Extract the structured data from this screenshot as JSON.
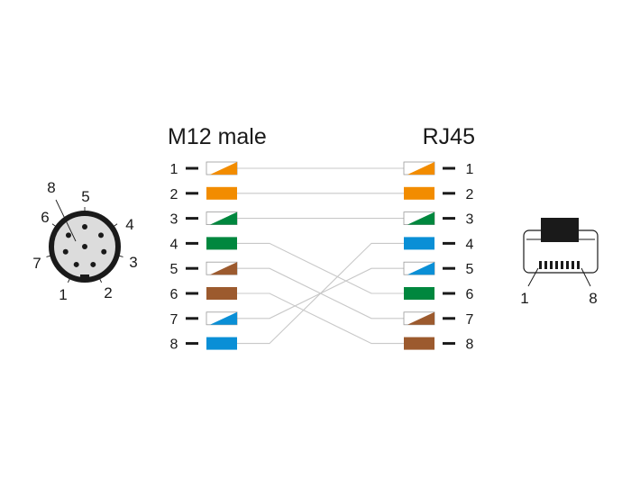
{
  "left_header": "M12 male",
  "right_header": "RJ45",
  "colors": {
    "orange": "#f28c00",
    "green": "#00873e",
    "blue": "#0a8fd6",
    "brown": "#9c5a2e",
    "white": "#ffffff",
    "wire": "#c8c8c8",
    "ink": "#1a1a1a"
  },
  "pins": [
    {
      "number": "1",
      "color": "orange",
      "striped": true
    },
    {
      "number": "2",
      "color": "orange",
      "striped": false
    },
    {
      "number": "3",
      "color": "green",
      "striped": true
    },
    {
      "number": "4",
      "color": "green",
      "striped": false
    },
    {
      "number": "5",
      "color": "brown",
      "striped": true
    },
    {
      "number": "6",
      "color": "brown",
      "striped": false
    },
    {
      "number": "7",
      "color": "blue",
      "striped": true
    },
    {
      "number": "8",
      "color": "blue",
      "striped": false
    }
  ],
  "rj45_pins": [
    {
      "number": "1",
      "color": "orange",
      "striped": true
    },
    {
      "number": "2",
      "color": "orange",
      "striped": false
    },
    {
      "number": "3",
      "color": "green",
      "striped": true
    },
    {
      "number": "4",
      "color": "blue",
      "striped": false
    },
    {
      "number": "5",
      "color": "blue",
      "striped": true
    },
    {
      "number": "6",
      "color": "green",
      "striped": false
    },
    {
      "number": "7",
      "color": "brown",
      "striped": true
    },
    {
      "number": "8",
      "color": "brown",
      "striped": false
    }
  ],
  "connections": [
    [
      1,
      1
    ],
    [
      2,
      2
    ],
    [
      3,
      3
    ],
    [
      4,
      6
    ],
    [
      5,
      7
    ],
    [
      6,
      8
    ],
    [
      7,
      5
    ],
    [
      8,
      4
    ]
  ],
  "m12_face_labels": [
    "1",
    "2",
    "3",
    "4",
    "5",
    "6",
    "7",
    "8"
  ],
  "rj45_face_labels": [
    "1",
    "8"
  ]
}
